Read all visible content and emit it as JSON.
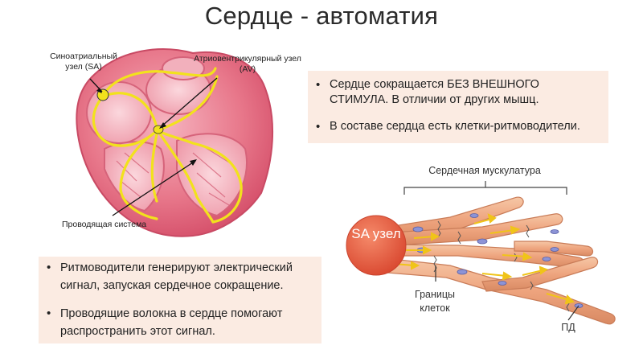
{
  "title": "Сердце - автоматия",
  "heart": {
    "sa_label": "Синоатриальный узел (SA)",
    "av_label": "Атриовентрикулярный узел (AV)",
    "conduction_label": "Проводящая система"
  },
  "box_top": {
    "bullets": [
      "Сердце сокращается БЕЗ ВНЕШНОГО СТИМУЛА. В отличии от других мышц.",
      "В составе сердца есть клетки-ритмоводители."
    ]
  },
  "box_bottom": {
    "bullets": [
      "Ритмоводители генерируют электрический сигнал, запуская сердечное сокращение.",
      "Проводящие волокна в сердце помогают распространить этот сигнал."
    ]
  },
  "fiber_diagram": {
    "muscle_label": "Сердечная мускулатура",
    "sa_node_label": "SA узел",
    "borders_label": "Границы клеток",
    "ap_label": "ПД"
  },
  "colors": {
    "box_bg": "#fbebe2",
    "heart_pink": "#e8687f",
    "conduction_yellow": "#f2e21c",
    "sa_node_red": "#e0523f",
    "fiber_tan": "#eea47e"
  }
}
